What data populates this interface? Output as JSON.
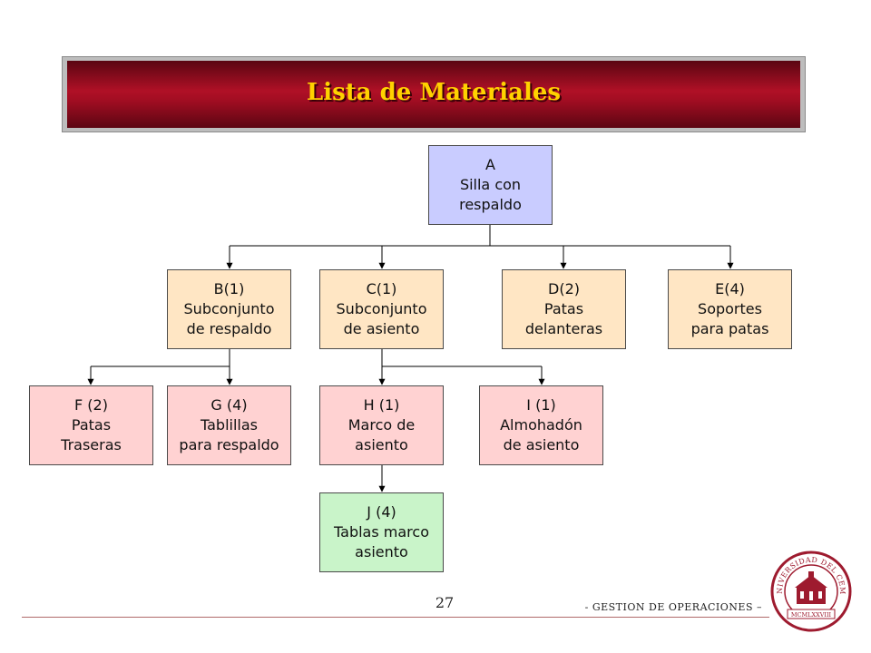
{
  "title": "Lista de Materiales",
  "nodes": {
    "a": [
      "A",
      "Silla con",
      "respaldo"
    ],
    "b": [
      "B(1)",
      "Subconjunto",
      "de respaldo"
    ],
    "c": [
      "C(1)",
      "Subconjunto",
      "de asiento"
    ],
    "d": [
      "D(2)",
      "Patas",
      "delanteras"
    ],
    "e": [
      "E(4)",
      "Soportes",
      "para patas"
    ],
    "f": [
      "F (2)",
      "Patas",
      "Traseras"
    ],
    "g": [
      "G (4)",
      "Tablillas",
      "para respaldo"
    ],
    "h": [
      "H (1)",
      "Marco de",
      "asiento"
    ],
    "i": [
      "I (1)",
      "Almohadón",
      "de asiento"
    ],
    "j": [
      "J (4)",
      "Tablas marco",
      "asiento"
    ]
  },
  "footer": {
    "page_number": "27",
    "text": "- GESTION DE OPERACIONES –",
    "seal_text": "UNIVERSIDAD DEL CEMA",
    "seal_year": "MCMLXXVIII"
  },
  "colors": {
    "title_text": "#ffd200",
    "title_bar": "#a00d22",
    "level0": "#c9ccff",
    "level1": "#ffe6c4",
    "level2": "#ffd2d2",
    "level3": "#c9f4c9",
    "seal": "#9e1b2f"
  }
}
